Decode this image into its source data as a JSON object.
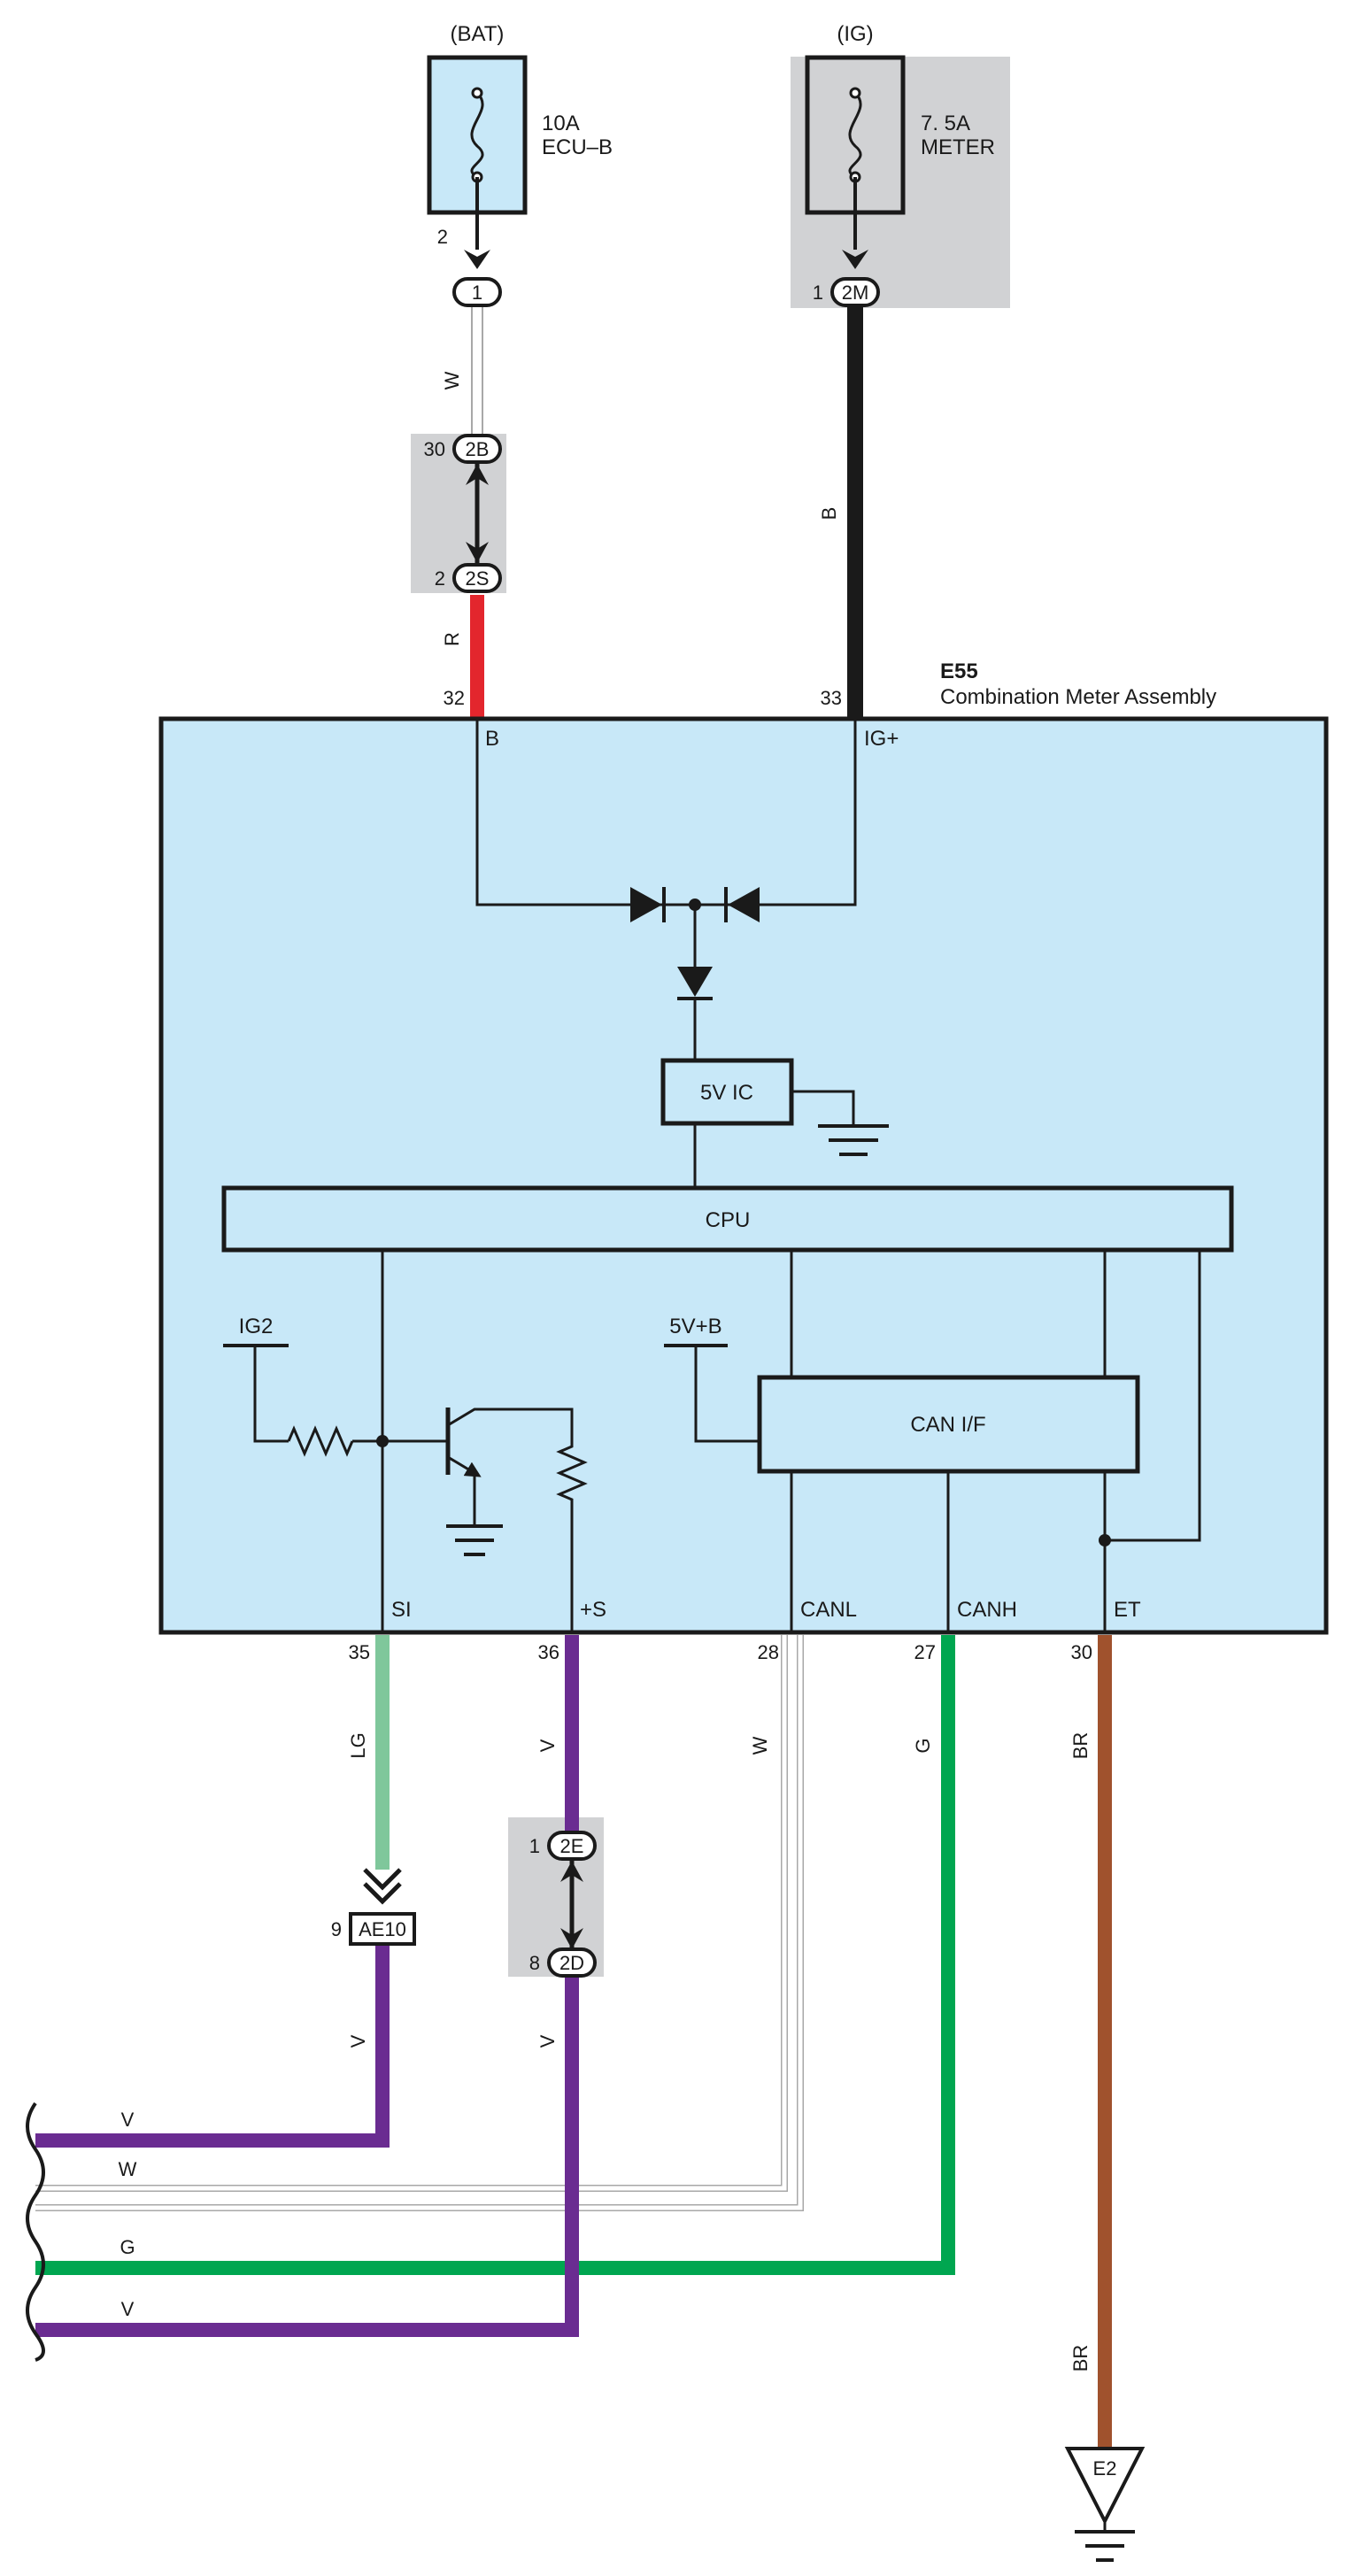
{
  "fuses": [
    {
      "source": "(BAT)",
      "rating": "10A",
      "name": "ECU–B"
    },
    {
      "source": "(IG)",
      "rating": "7. 5A",
      "name": "METER"
    }
  ],
  "component": {
    "id": "E55",
    "name": "Combination Meter Assembly"
  },
  "blocks": {
    "regulator": "5V IC",
    "cpu": "CPU",
    "can": "CAN I/F"
  },
  "internal_labels": {
    "ig2": "IG2",
    "v5b": "5V+B"
  },
  "terminals": {
    "b": "B",
    "ig": "IG+",
    "si": "SI",
    "s": "+S",
    "canl": "CANL",
    "canh": "CANH",
    "et": "ET"
  },
  "connectors": {
    "c1": {
      "id": "1",
      "pin": "2"
    },
    "c2m": {
      "id": "2M",
      "pin": "1"
    },
    "c2b": {
      "id": "2B",
      "pin": "30"
    },
    "c2s": {
      "id": "2S",
      "pin": "2"
    },
    "c2e": {
      "id": "2E",
      "pin": "1"
    },
    "c2d": {
      "id": "2D",
      "pin": "8"
    },
    "ae10": {
      "id": "AE10",
      "pin": "9"
    },
    "e2": {
      "id": "E2"
    }
  },
  "pins": {
    "b": "32",
    "ig": "33",
    "si": "35",
    "s": "36",
    "canl": "28",
    "canh": "27",
    "et": "30"
  },
  "wire_colors": {
    "bat_top": "W",
    "bat_bottom": "R",
    "ig": "B",
    "si": "LG",
    "s_top": "V",
    "canl": "W",
    "canh": "G",
    "et": "BR",
    "ae10_out": "V",
    "c2d_out": "V",
    "e2_in": "BR",
    "bus_v1": "V",
    "bus_w": "W",
    "bus_g": "G",
    "bus_v2": "V"
  },
  "colors": {
    "red": "#e3262d",
    "black": "#1a1a1a",
    "green_light": "#7fc79b",
    "violet": "#6a2c91",
    "green": "#00a650",
    "brown": "#a0522d",
    "white_wire": "#a8a8a8",
    "ecu_fill": "#c8e8f8",
    "gray_box": "#d1d2d4"
  }
}
